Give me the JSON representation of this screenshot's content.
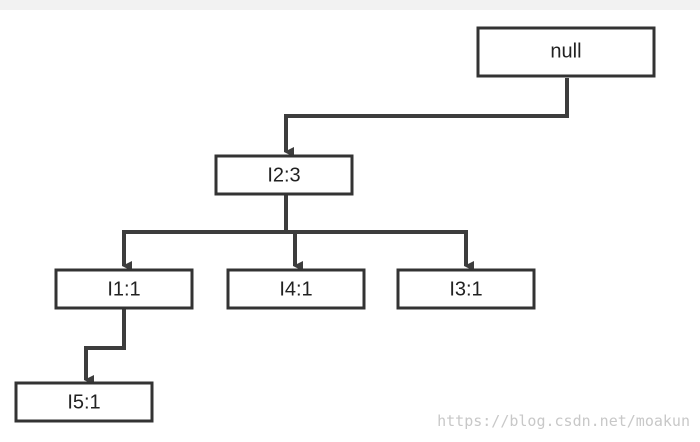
{
  "diagram": {
    "nodes": [
      {
        "id": "null",
        "label": "null"
      },
      {
        "id": "I2",
        "label": "I2:3"
      },
      {
        "id": "I1",
        "label": "I1:1"
      },
      {
        "id": "I4",
        "label": "I4:1"
      },
      {
        "id": "I3",
        "label": "I3:1"
      },
      {
        "id": "I5",
        "label": "I5:1"
      }
    ],
    "edges": [
      {
        "from": "null",
        "to": "I2"
      },
      {
        "from": "I2",
        "to": "I1"
      },
      {
        "from": "I2",
        "to": "I4"
      },
      {
        "from": "I2",
        "to": "I3"
      },
      {
        "from": "I1",
        "to": "I5"
      }
    ],
    "colors": {
      "node_border": "#333333",
      "edge": "#3d3d3d",
      "node_fill": "#ffffff"
    }
  },
  "watermark": {
    "text": "https://blog.csdn.net/moakun"
  }
}
